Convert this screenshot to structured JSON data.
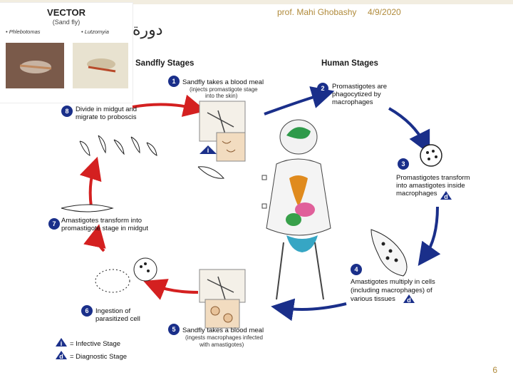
{
  "header": {
    "author": "prof. Mahi Ghobashy",
    "date": "4/9/2020",
    "arabic_title": "دورة"
  },
  "vector_box": {
    "title": "VECTOR",
    "subtitle": "(Sand fly)",
    "genus_1": "• Phlebotomas",
    "genus_2": "• Lutzomyia"
  },
  "diagram": {
    "sandfly_header": "Sandfly Stages",
    "human_header": "Human Stages",
    "steps": [
      {
        "num": "1",
        "line1": "Sandfly takes a blood meal",
        "sub1": "(injects promastigote stage",
        "sub2": "into the skin)"
      },
      {
        "num": "2",
        "line1": "Promastigotes are",
        "line2": "phagocytized by",
        "line3": "macrophages"
      },
      {
        "num": "3",
        "line1": "Promastigotes transform",
        "line2": "into amastigotes inside",
        "line3": "macrophages"
      },
      {
        "num": "4",
        "line1": "Amastigotes multiply in cells",
        "line2": "(including macrophages) of",
        "line3": "various tissues"
      },
      {
        "num": "5",
        "line1": "Sandfly takes a blood meal",
        "sub1": "(ingests macrophages infected",
        "sub2": "with amastigotes)"
      },
      {
        "num": "6",
        "line1": "Ingestion of",
        "line2": "parasitized cell"
      },
      {
        "num": "7",
        "line1": "Amastigotes transform into",
        "line2": "promastigote stage in midgut"
      },
      {
        "num": "8",
        "line1": "Divide in midgut and",
        "line2": "migrate to proboscis"
      }
    ],
    "legend": {
      "infective_symbol": "i",
      "infective_label": "= Infective Stage",
      "diagnostic_symbol": "d",
      "diagnostic_label": "= Diagnostic Stage"
    }
  },
  "slide_number": "6",
  "colors": {
    "red_arrow": "#d42020",
    "blue_arrow": "#1a2f8a",
    "step_circle": "#1a2f8a",
    "accent_gold": "#b08a3a"
  }
}
